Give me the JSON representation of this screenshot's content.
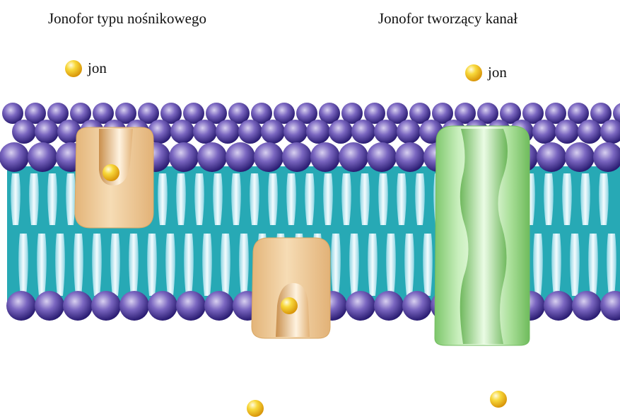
{
  "titles": {
    "carrier": "Jonofor typu nośnikowego",
    "channel": "Jonofor tworzący kanał"
  },
  "labels": {
    "ion_left": "jon",
    "ion_right": "jon"
  },
  "colors": {
    "water": "#27a9b5",
    "head_dark": "#3a2a8a",
    "head_light": "#a99ad8",
    "tail": "#d9f3f8",
    "carrier": "#efc896",
    "channel": "#9fd98a",
    "ion": "#f5c21a"
  }
}
